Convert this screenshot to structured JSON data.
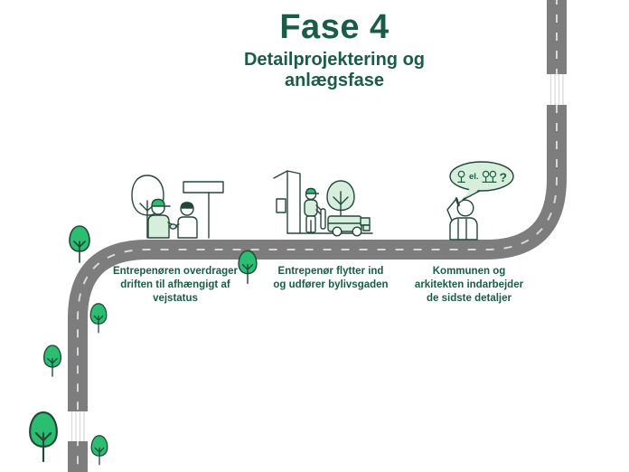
{
  "header": {
    "title": "Fase 4",
    "subtitle": "Detailprojektering og anlægsfase"
  },
  "steps": [
    {
      "id": "contractor-handover",
      "lines": [
        "Entrepenøren overdrager",
        "driften til afhængigt af",
        "vejstatus"
      ]
    },
    {
      "id": "contractor-builds",
      "lines": [
        "Entrepenør flytter ind",
        "og udfører bylivsgaden"
      ]
    },
    {
      "id": "final-details",
      "lines": [
        "Kommunen og",
        "arkitekten indarbejder",
        "de sidste detaljer"
      ]
    }
  ],
  "speech_bubble": {
    "or_text": "el.",
    "question_mark": "?",
    "icons": [
      "single-tree-option-icon",
      "double-tree-option-icon"
    ]
  },
  "icons": [
    "tree-icon",
    "pedestrian-crossing",
    "speech-bubble"
  ],
  "colors": {
    "dark_green": "#1a5c45",
    "ink": "#25463b",
    "bright_green": "#2bbd70",
    "light_green": "#d7eedd",
    "road_gray": "#7d7d7d",
    "dash_gray": "#d8d8d8",
    "stripe_gray": "#dadada",
    "white": "#ffffff"
  }
}
